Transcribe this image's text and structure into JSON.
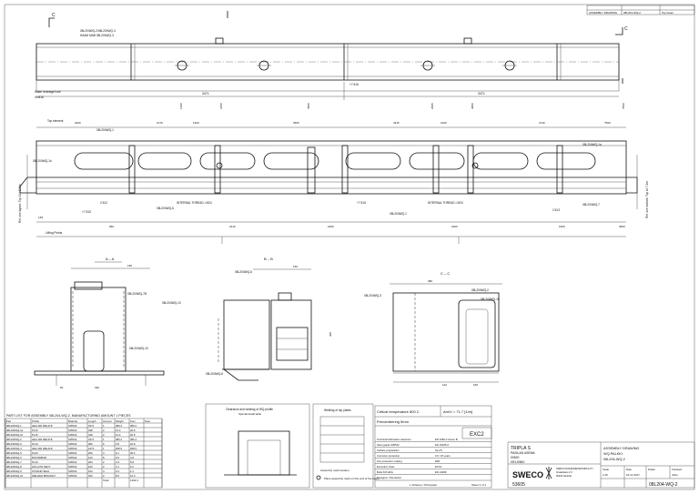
{
  "top_block": {
    "rows": [
      "ASSEMBLY DRAWING",
      "08L204-WQ-2",
      "Top beam"
    ]
  },
  "plan": {
    "section_marks": [
      "C",
      "C"
    ],
    "labels": {
      "ref1": "08L204WQ-2/08L204WQ-3",
      "ref2": "HAAM MAB 08L204WQ-3",
      "note_drain": "Water drainage hole",
      "note_bolt": "4×M16"
    },
    "dims": [
      "3471",
      "3471"
    ],
    "level": "+7.515"
  },
  "elevation": {
    "labels": {
      "top_left": "Top element",
      "left_part": "08L204WQ-1b",
      "left_ref": "08L204WQ-1",
      "rebar_bottom": "08L204WQ-6",
      "internal_thread_l": "INTERNAL THREAD • M24",
      "internal_thread_r": "INTERNAL THREAD • M24",
      "right_part": "08L204WQ-1a",
      "right_ref": "08L204WQ-7",
      "lifting": "Lifting Points",
      "level_l": "+7.515",
      "level_r": "+7.515"
    },
    "side_left": "Rel. see layout: Top 14 / E.5m",
    "side_right": "Rel. see bottom: Top at 7.1m",
    "dims_top": [
      "2400",
      "1470",
      "1400",
      "2505",
      "4215",
      "1400",
      "2740",
      "7500"
    ],
    "dims_bottom": [
      "148",
      "960",
      "2210",
      "2200",
      "2460",
      "1600",
      "4500"
    ]
  },
  "sections": {
    "aa": {
      "title": "A – A",
      "labels": [
        "08L204WQ-7B",
        "08L204WQ-10",
        "08L204WQ-10"
      ],
      "dims": [
        "60",
        "190",
        "320"
      ]
    },
    "bb": {
      "title": "B – B",
      "labels": [
        "08L204WQ-6",
        "08L204WQ-8"
      ],
      "dims": [
        "150",
        "300"
      ]
    },
    "cc": {
      "title": "C – C",
      "labels": [
        "08L204WQ-3",
        "08L204WQ-2",
        "08L204WQ-10"
      ],
      "dims": [
        "380",
        "122",
        "160"
      ]
    }
  },
  "parts_list": {
    "title": "PART LIST FOR ASSEMBLY 08L204-WQ-2, MANUFACTURING AMOUNT 1 PIECES",
    "headers": [
      "Part",
      "Profile",
      "Material",
      "Length",
      "Amount",
      "Weight",
      "Sum",
      "Note"
    ],
    "rows": [
      [
        "08L204WQ-1",
        "HEA 300 WELD.B",
        "S355J2",
        "3471",
        "1",
        "386.2",
        "386.2",
        ""
      ],
      [
        "08L204WQ-1a",
        "PL15",
        "S355J2",
        "348",
        "2",
        "13.4",
        "26.8",
        ""
      ],
      [
        "08L204WQ-1b",
        "PL15",
        "S355J2",
        "348",
        "2",
        "13.4",
        "26.8",
        ""
      ],
      [
        "08L204WQ-2",
        "HEA 300 WELD.B",
        "S355J2",
        "3471",
        "1",
        "386.2",
        "386.2",
        ""
      ],
      [
        "08L204WQ-3",
        "PL10",
        "S355J2",
        "280",
        "6",
        "3.8",
        "22.8",
        ""
      ],
      [
        "08L204WQ-4",
        "HEA 300 WELD.B",
        "S355J2",
        "2474",
        "1",
        "268.5",
        "268.5",
        ""
      ],
      [
        "08L204WQ-5",
        "PL20",
        "S355J2",
        "250",
        "4",
        "9.1",
        "36.4",
        ""
      ],
      [
        "08L204WQ-6",
        "ROUNDBAR",
        "S355J2",
        "120",
        "8",
        "0.6",
        "4.8",
        ""
      ],
      [
        "08L204WQ-7",
        "PL10",
        "S355J2",
        "200",
        "2",
        "2.9",
        "5.8",
        ""
      ],
      [
        "08L204WQ-8",
        "HOLLOW SECT.",
        "S355J2",
        "160",
        "2",
        "3.1",
        "6.2",
        ""
      ],
      [
        "08L204WQ-9",
        "STRAND SEAL",
        "S355J2",
        "100",
        "4",
        "0.3",
        "1.2",
        ""
      ],
      [
        "08L204WQ-10",
        "WELDED BRACKET",
        "S355J2",
        "320",
        "2",
        "8.0",
        "16.0",
        ""
      ]
    ],
    "total_label": "Total",
    "total": "1192.4"
  },
  "detail_box": {
    "title": "Clearance and welding of WQ profile",
    "sub": "Special detail table"
  },
  "weld_box": {
    "title": "Welding of top plates",
    "notes": [
      "Assembly mark location",
      "Place assembly mark on this end of the beam"
    ]
  },
  "spec": {
    "critical": "Critical temperature 800 C",
    "camber": "Precambering 5mm",
    "area": "Am/V = 71.7 [1/m]",
    "exc": "EXC2",
    "rows": [
      [
        "Technical fabrication tolerance",
        "EN 1090-2 Annex B"
      ],
      [
        "Steel grade S355J2",
        "EN 10025-2"
      ],
      [
        "Surface preparation",
        "Sa 2½"
      ],
      [
        "Corrosion protection",
        "C3 / 15 years"
      ],
      [
        "Fire protection coating",
        "R60"
      ],
      [
        "Execution class",
        "EXC2"
      ],
      [
        "Bolts 8.8 HDG",
        "EN 14399"
      ]
    ],
    "designer": "Designer / Reviewer",
    "signatures": "L.Virtanen / M.Korpela",
    "sheet": "Sheet 1 of 1"
  },
  "title_block": {
    "project": "TRIPLA S",
    "address": "PASILAN ASEMA",
    "city": "00520",
    "country": "HELSINKI",
    "drawing_title": "ASSEMBLY DRAWING",
    "drawing_name": "WQ-PALKKI",
    "drawing_sub": "08L204-WQ-2",
    "company": "SWECO",
    "company_text": [
      "SWECO RAKENNETEKNIIKKA OY",
      "Ilmalankatu 2 C",
      "00240 Helsinki"
    ],
    "scale": "1:20",
    "drawn": "16.11.2017",
    "checked": "JoKo",
    "project_no": "53605",
    "drawing_no": "08L204-WQ-2",
    "col_labels": [
      "Scale",
      "Date",
      "Drawn",
      "Checked"
    ]
  }
}
